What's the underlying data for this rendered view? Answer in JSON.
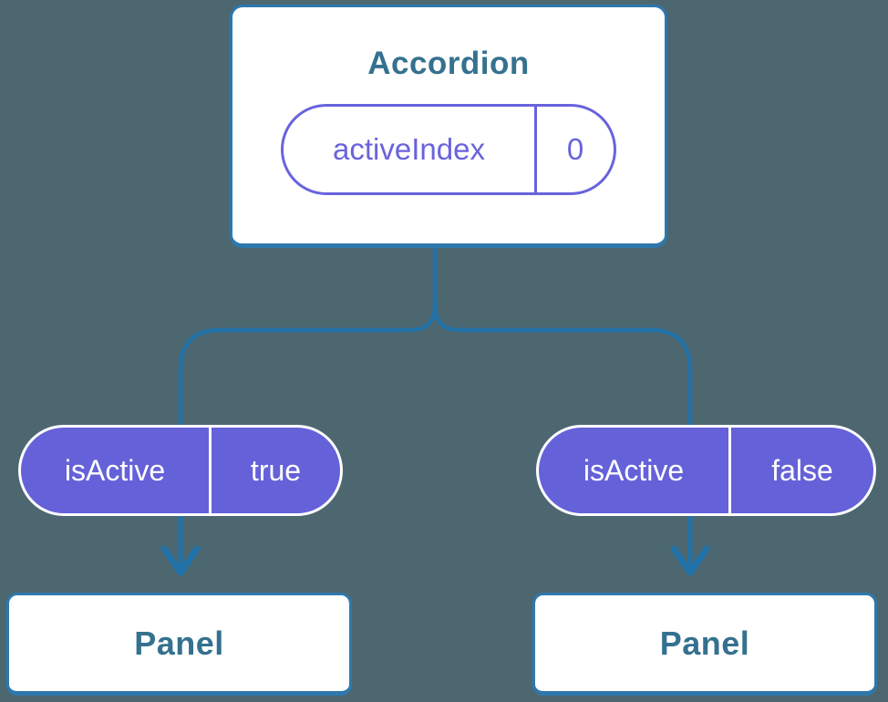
{
  "tree": {
    "root": {
      "title": "Accordion",
      "state": {
        "label": "activeIndex",
        "value": "0"
      }
    },
    "children": [
      {
        "prop": {
          "label": "isActive",
          "value": "true"
        },
        "child": {
          "title": "Panel"
        }
      },
      {
        "prop": {
          "label": "isActive",
          "value": "false"
        },
        "child": {
          "title": "Panel"
        }
      }
    ]
  },
  "icons": {
    "arrow_down_left": "arrow-down-icon",
    "arrow_down_right": "arrow-down-icon"
  },
  "colors": {
    "background": "#4d6771",
    "card_fill": "#ffffff",
    "card_border_blue": "#2e78ad",
    "connector_blue": "#2273a9",
    "heading_blue": "#35718f",
    "pill_fill_purple": "#6561d9",
    "pill_border_purple": "#6a63dc",
    "pill_text_white": "#ffffff"
  }
}
